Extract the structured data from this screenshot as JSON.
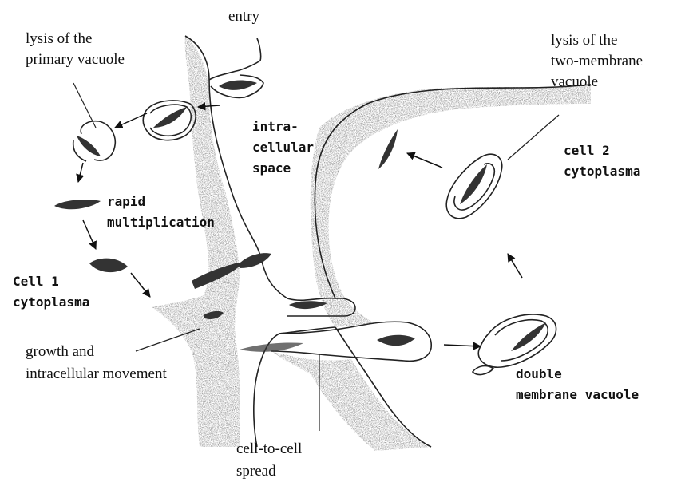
{
  "labels": {
    "entry": "entry",
    "lysis_primary_1": "lysis of the",
    "lysis_primary_2": "primary vacuole",
    "lysis_two_1": "lysis of the",
    "lysis_two_2": "two-membrane",
    "lysis_two_3": "vacuole",
    "intra_1": "intra-",
    "intra_2": "cellular",
    "intra_3": "space",
    "cell2_1": "cell 2",
    "cell2_2": "cytoplasma",
    "rapid_1": "rapid",
    "rapid_2": "multiplication",
    "cell1_1": "Cell 1",
    "cell1_2": "cytoplasma",
    "growth_1": "growth and",
    "growth_2": "intracellular movement",
    "double_1": "double",
    "double_2": "membrane vacuole",
    "spread_1": "cell-to-cell",
    "spread_2": "spread"
  }
}
